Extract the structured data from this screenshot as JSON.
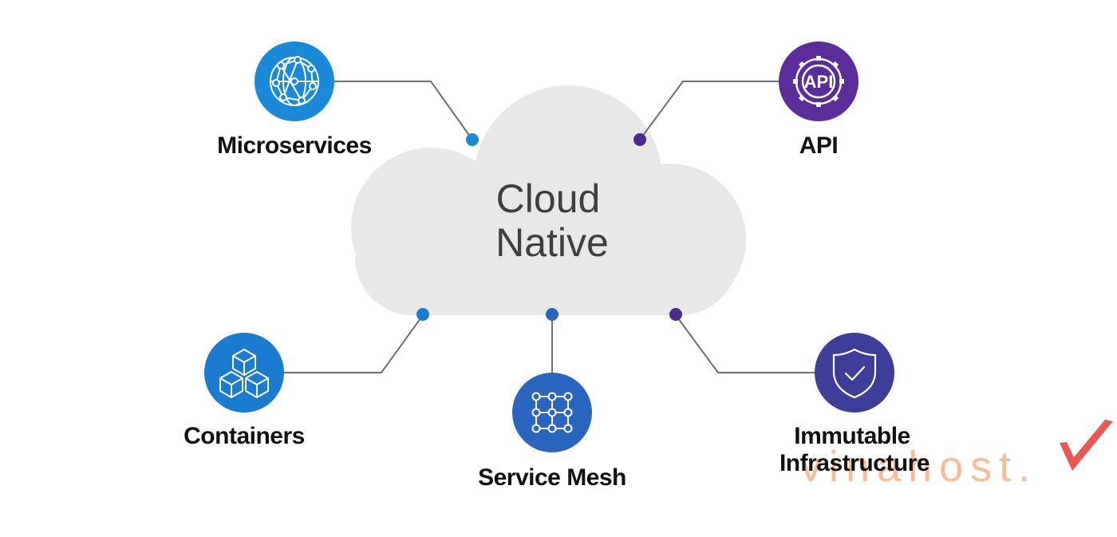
{
  "center": {
    "line1": "Cloud",
    "line2": "Native",
    "fill_color": "#e8e8e8"
  },
  "nodes": [
    {
      "id": "microservices",
      "label": "Microservices",
      "icon": "network-globe-icon",
      "color": "#1a8ad8"
    },
    {
      "id": "api",
      "label": "API",
      "icon": "api-gear-icon",
      "color": "#5a2d9a"
    },
    {
      "id": "containers",
      "label": "Containers",
      "icon": "stacked-cubes-icon",
      "color": "#1a7bd0"
    },
    {
      "id": "service-mesh",
      "label": "Service Mesh",
      "icon": "mesh-grid-icon",
      "color": "#2a66c0"
    },
    {
      "id": "immutable-infrastructure",
      "label_line1": "Immutable",
      "label_line2": "Infrastructure",
      "icon": "shield-check-icon",
      "color": "#3f3d9a"
    }
  ],
  "connector_color": "#6f6f6f",
  "watermark": {
    "text": "vinahost.",
    "color": "#f2a77a",
    "check_color": "#e53935"
  }
}
